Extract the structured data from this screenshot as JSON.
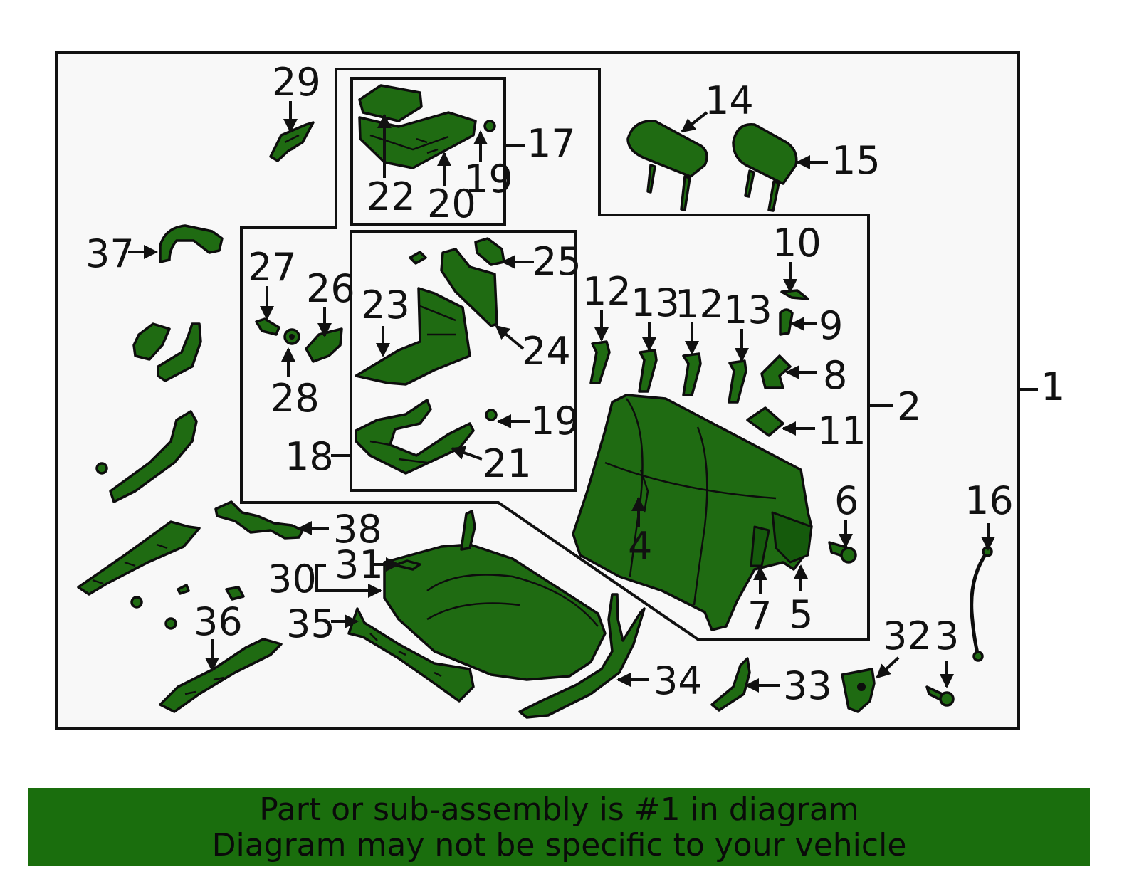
{
  "colors": {
    "part_fill": "#1f6b12",
    "banner_bg": "#1a6e0d",
    "frame_bg": "#f8f8f8"
  },
  "callouts": {
    "c1": "1",
    "c2": "2",
    "c3": "3",
    "c4": "4",
    "c5": "5",
    "c6": "6",
    "c7": "7",
    "c8": "8",
    "c9": "9",
    "c10": "10",
    "c11": "11",
    "c12a": "12",
    "c13a": "13",
    "c12b": "12",
    "c13b": "13",
    "c14": "14",
    "c15": "15",
    "c16": "16",
    "c17": "17",
    "c18": "18",
    "c19a": "19",
    "c19b": "19",
    "c20": "20",
    "c21": "21",
    "c22": "22",
    "c23": "23",
    "c24": "24",
    "c25": "25",
    "c26": "26",
    "c27": "27",
    "c28": "28",
    "c29": "29",
    "c30": "30",
    "c31": "31",
    "c32": "32",
    "c33": "33",
    "c34": "34",
    "c35": "35",
    "c36": "36",
    "c37": "37",
    "c38": "38"
  },
  "banner": {
    "line1": "Part or sub-assembly is #1 in diagram",
    "line2": "Diagram may not be specific to your vehicle"
  }
}
